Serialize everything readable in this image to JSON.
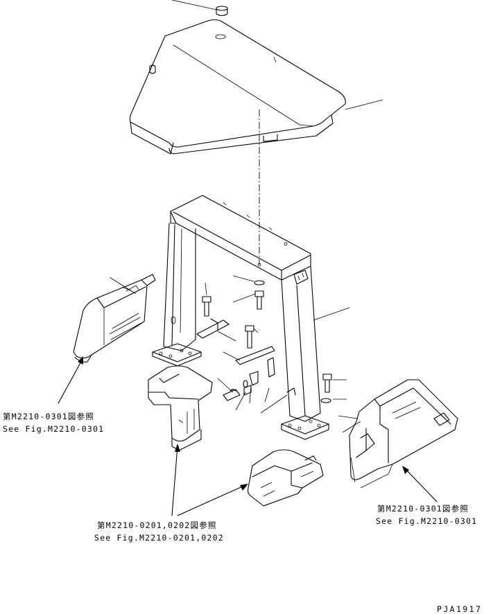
{
  "callouts": {
    "left_ref_jp": "第M2210-0301図参照",
    "left_ref_en": "See Fig.M2210-0301",
    "bottom_ref_jp": "第M2210-0201,0202図参照",
    "bottom_ref_en": "See Fig.M2210-0201,0202",
    "right_ref_jp": "第M2210-0301図参照",
    "right_ref_en": "See Fig.M2210-0301"
  },
  "drawing_code": "PJA1917"
}
